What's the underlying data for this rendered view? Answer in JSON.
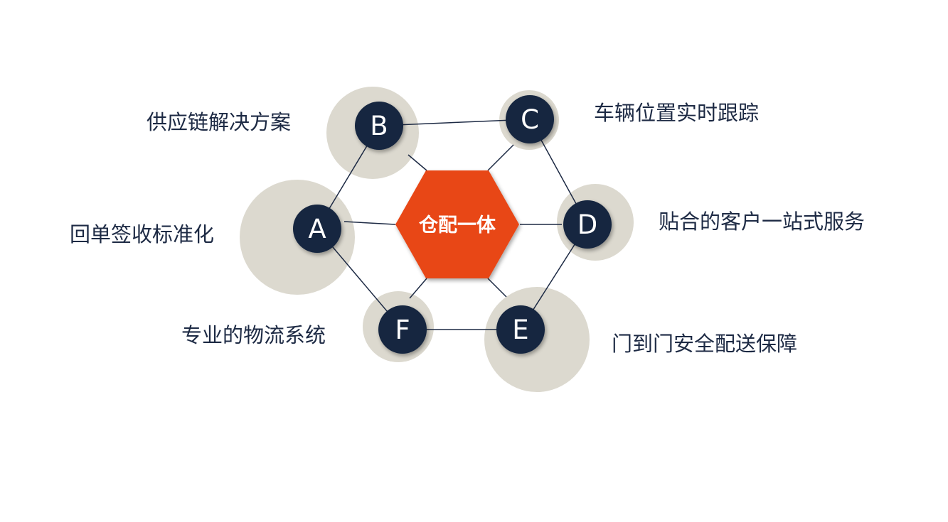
{
  "center": {
    "label": "仓配一体",
    "color": "#e84716"
  },
  "colors": {
    "node_fill": "#13253f",
    "halo_fill": "#dcd9cf",
    "line": "#1d2a44",
    "text": "#1d2a44"
  },
  "nodes": [
    {
      "letter": "A",
      "label": "回单签收标准化"
    },
    {
      "letter": "B",
      "label": "供应链解决方案"
    },
    {
      "letter": "C",
      "label": "车辆位置实时跟踪"
    },
    {
      "letter": "D",
      "label": "贴合的客户一站式服务"
    },
    {
      "letter": "E",
      "label": "门到门安全配送保障"
    },
    {
      "letter": "F",
      "label": "专业的物流系统"
    }
  ]
}
